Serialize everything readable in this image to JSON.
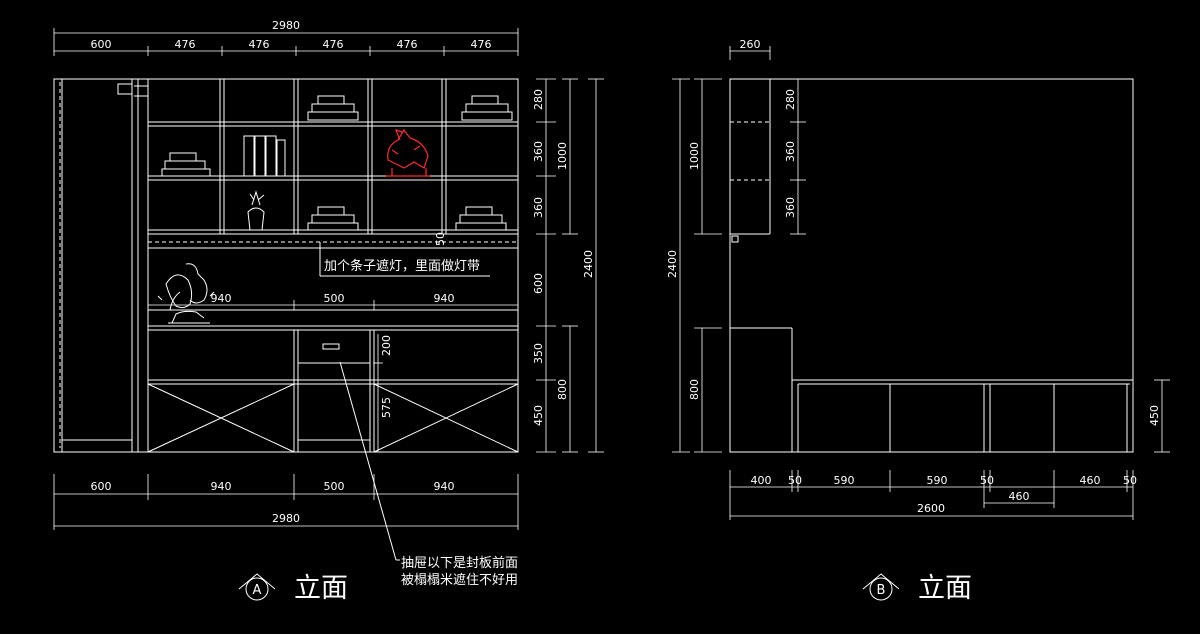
{
  "elevation_a": {
    "top_total": "2980",
    "top_segments": [
      "600",
      "476",
      "476",
      "476",
      "476",
      "476"
    ],
    "right_dims": [
      "280",
      "360",
      "360",
      "1000",
      "600",
      "2400",
      "350",
      "800",
      "450"
    ],
    "mid_dims": [
      "940",
      "500",
      "940"
    ],
    "drawer_dims": [
      "200",
      "575"
    ],
    "small_dim": "50",
    "bottom_segments": [
      "600",
      "940",
      "500",
      "940"
    ],
    "bottom_total": "2980",
    "note_light": "加个条子遮灯，里面做灯带",
    "note_drawer_line1": "抽屉以下是封板前面",
    "note_drawer_line2": "被榻榻米遮住不好用",
    "marker": "A",
    "title": "立面"
  },
  "elevation_b": {
    "top_dim": "260",
    "left_dims": [
      "1000",
      "2400",
      "800"
    ],
    "right_dims": [
      "280",
      "360",
      "360"
    ],
    "right_side_dim": "450",
    "bottom_segments": [
      "400",
      "50",
      "590",
      "590",
      "50",
      "460",
      "50"
    ],
    "inner_dim": "460",
    "bottom_total": "2600",
    "marker": "B",
    "title": "立面"
  }
}
